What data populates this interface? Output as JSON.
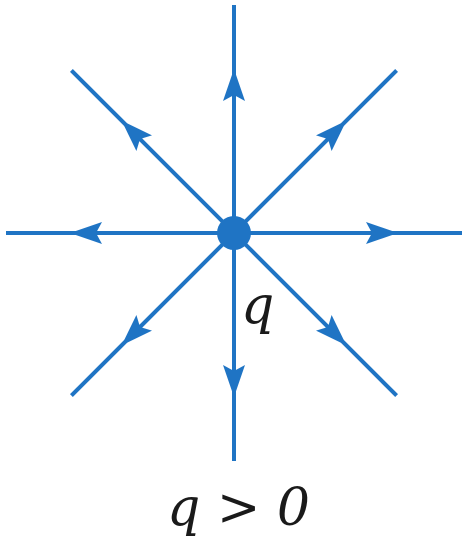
{
  "charge": {
    "symbol": "q",
    "condition": "q > 0",
    "sign": "positive",
    "field_direction": "outward"
  },
  "field_lines": [
    {
      "direction": "up"
    },
    {
      "direction": "up-right"
    },
    {
      "direction": "right"
    },
    {
      "direction": "down-right"
    },
    {
      "direction": "down"
    },
    {
      "direction": "down-left"
    },
    {
      "direction": "left"
    },
    {
      "direction": "up-left"
    }
  ],
  "colors": {
    "field_line": "#1f74c4",
    "charge": "#1f74c4",
    "text": "#1a1a1a"
  }
}
